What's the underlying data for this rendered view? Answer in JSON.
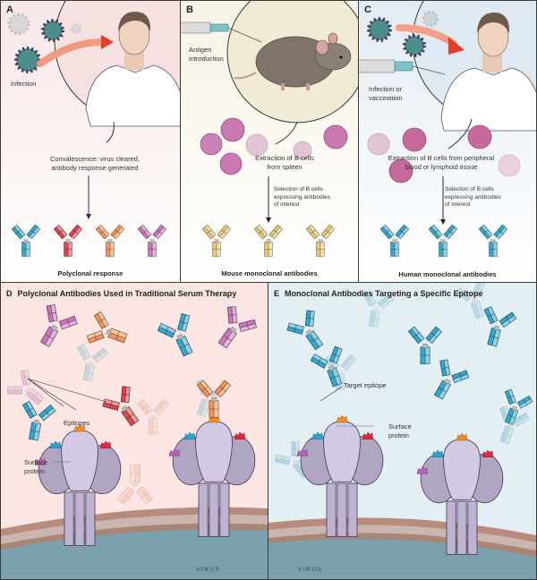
{
  "figure": {
    "panels": {
      "A": {
        "letter": "A",
        "labels": {
          "infection": "Infection",
          "convalescence_line1": "Convalescence: virus cleared,",
          "convalescence_line2": "antibody response generated"
        },
        "caption": "Polyclonal response",
        "antibody_colors": [
          "#3aa7c9",
          "#d9474f",
          "#f0955a",
          "#c879b8"
        ]
      },
      "B": {
        "letter": "B",
        "labels": {
          "antigen_line1": "Antigen",
          "antigen_line2": "introduction",
          "extraction_line1": "Extraction of B cells",
          "extraction_line2": "from spleen",
          "selection_line1": "Selection of B cells",
          "selection_line2": "expressing antibodies",
          "selection_line3": "of interest"
        },
        "caption": "Mouse monoclonal antibodies",
        "antibody_color": "#e7c77a"
      },
      "C": {
        "letter": "C",
        "labels": {
          "infection_line1": "Infection or",
          "infection_line2": "vaccination",
          "extraction_line1": "Extraction of B cells from peripheral",
          "extraction_line2": "blood or lymphoid tissue",
          "selection_line1": "Selection of B cells",
          "selection_line2": "expressing antibodies",
          "selection_line3": "of interest"
        },
        "caption": "Human monoclonal antibodies",
        "antibody_color": "#3aa7c9"
      },
      "D": {
        "letter": "D",
        "title": "Polyclonal Antibodies Used in Traditional Serum Therapy",
        "labels": {
          "epitopes": "Epitopes",
          "surface_line1": "Surface",
          "surface_line2": "protein",
          "virus": "VIRUS"
        }
      },
      "E": {
        "letter": "E",
        "title": "Monoclonal Antibodies Targeting a Specific Epitope",
        "labels": {
          "target_epitope": "Target epitope",
          "surface_line1": "Surface",
          "surface_line2": "protein",
          "virus": "VIRUS"
        }
      }
    },
    "colors": {
      "epitope_blue": "#2aa3d3",
      "epitope_orange": "#f08a2a",
      "epitope_red": "#e2283a",
      "epitope_magenta": "#b761b5",
      "protein": "#c8bcdc",
      "virus_membrane": "#b88c7c",
      "virus_core": "#7aa1ad"
    }
  }
}
